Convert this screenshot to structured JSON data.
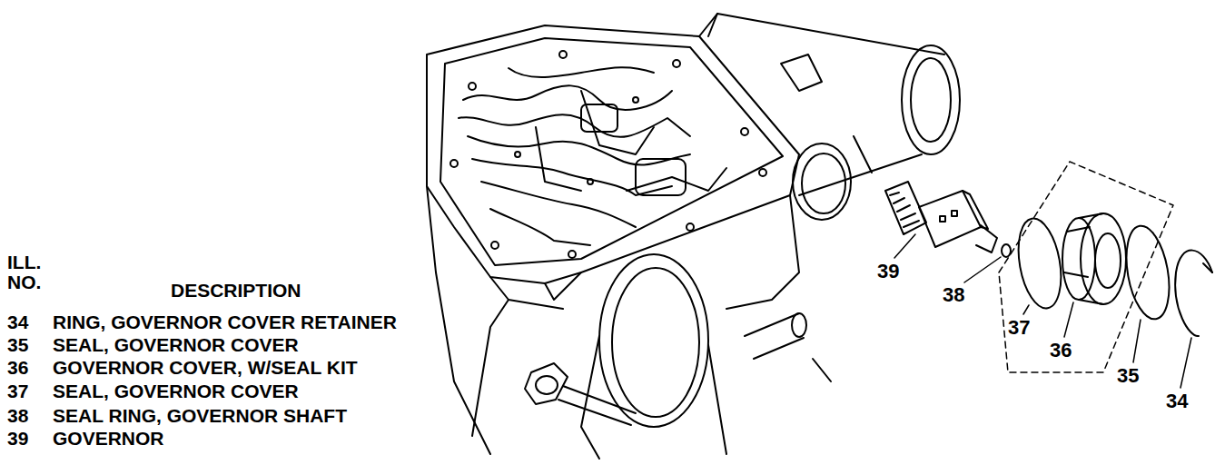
{
  "diagram": {
    "labels": [
      "ILL. NO.",
      "DESCRIPTION",
      "34",
      "RING, GOVERNOR COVER RETAINER",
      "35",
      "SEAL, GOVERNOR COVER",
      "36",
      "GOVERNOR COVER, W/SEAL KIT",
      "37",
      "SEAL, GOVERNOR COVER",
      "38",
      "SEAL RING, GOVERNOR SHAFT",
      "39",
      "GOVERNOR",
      "39",
      "38",
      "37",
      "36",
      "35",
      "34"
    ]
  }
}
